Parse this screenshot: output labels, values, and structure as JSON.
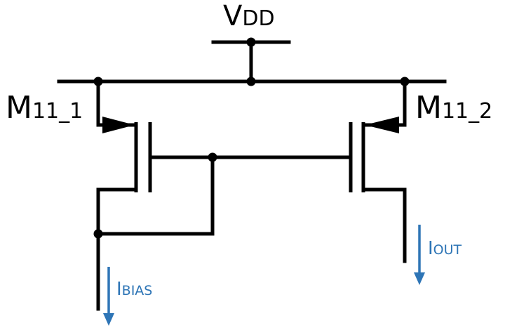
{
  "labels": {
    "vdd_main": "V",
    "vdd_sub": "DD",
    "m1_main": "M",
    "m1_sub": "11_1",
    "m2_main": "M",
    "m2_sub": "11_2",
    "ibias_main": "I",
    "ibias_sub": "BIAS",
    "iout_main": "I",
    "iout_sub": "OUT"
  },
  "colors": {
    "wire": "#000000",
    "current_arrow": "#2e75b6"
  }
}
